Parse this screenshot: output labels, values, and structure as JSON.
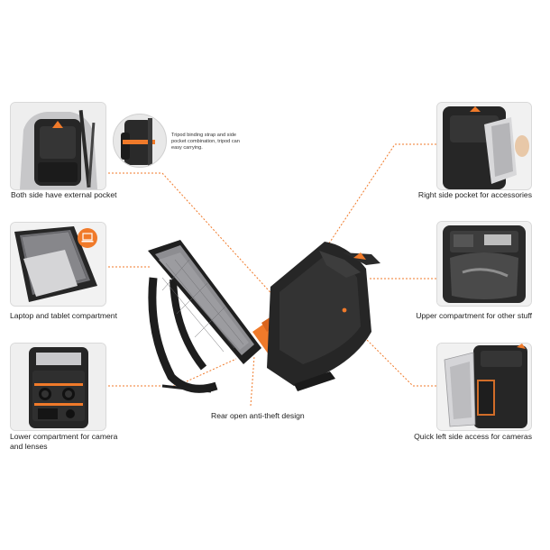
{
  "colors": {
    "accent": "#f07a2a",
    "bag_dark": "#262626",
    "bag_mid": "#3b3b3b",
    "bag_panel": "#8d8d91",
    "background": "#ffffff"
  },
  "callouts": {
    "side_pockets": "Both side have external pocket",
    "tripod_note": "Tripod binding strap and side pocket combination, tripod can easy carrying.",
    "right_pocket": "Right side pocket for accessories",
    "laptop": "Laptop and tablet compartment",
    "upper": "Upper compartment for other stuff",
    "rear_open": "Rear open anti-theft design",
    "lower": "Lower compartment for camera and lenses",
    "quick_access": "Quick left side access for cameras"
  },
  "icons": [
    "laptop-icon"
  ]
}
